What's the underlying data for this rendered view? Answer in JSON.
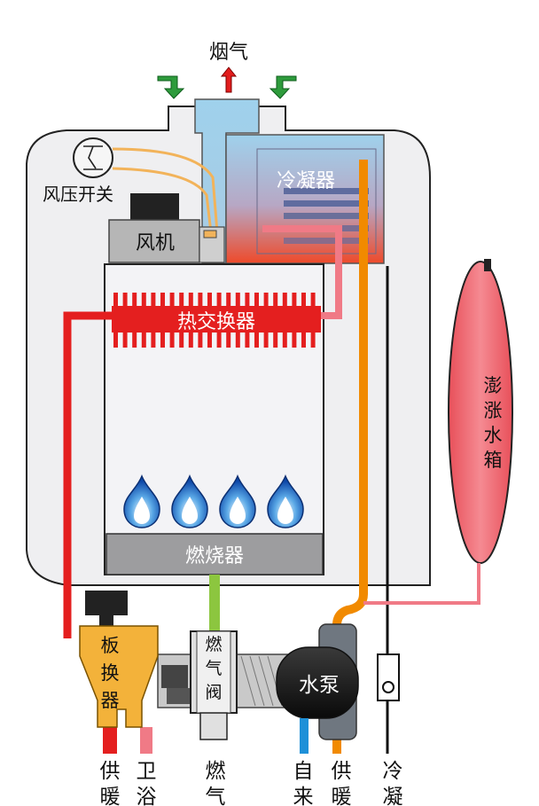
{
  "labels": {
    "flue_gas": "烟气",
    "wind_pressure_switch": "风压开关",
    "condenser": "冷凝器",
    "fan": "风机",
    "heat_exchanger": "热交换器",
    "expansion_tank": [
      "澎",
      "涨",
      "水",
      "箱"
    ],
    "burner": "燃烧器",
    "plate_exchanger": [
      "板",
      "换",
      "器"
    ],
    "gas_valve": [
      "燃",
      "气",
      "阀"
    ],
    "water_pump": "水泵"
  },
  "bottom_labels": {
    "heating_supply_left": [
      "供",
      "暖"
    ],
    "bathroom": [
      "卫",
      "浴"
    ],
    "gas": [
      "燃",
      "气"
    ],
    "tap_water": [
      "自",
      "来"
    ],
    "heating_supply_right": [
      "供",
      "暖"
    ],
    "condensate": [
      "冷",
      "凝"
    ]
  },
  "icons": {
    "flame": "flame-icon",
    "arrow_up": "arrow-up-icon",
    "arrow_down": "arrow-down-icon"
  },
  "colors": {
    "hot_pipe": "#e41f1f",
    "warm_pipe": "#f07a86",
    "supply_pipe": "#f18a00",
    "gas_pipe": "#8cc63f",
    "cold_pipe": "#1e90d8",
    "condensate_pipe": "#111111",
    "valve_yellow": "#f3b23a"
  }
}
